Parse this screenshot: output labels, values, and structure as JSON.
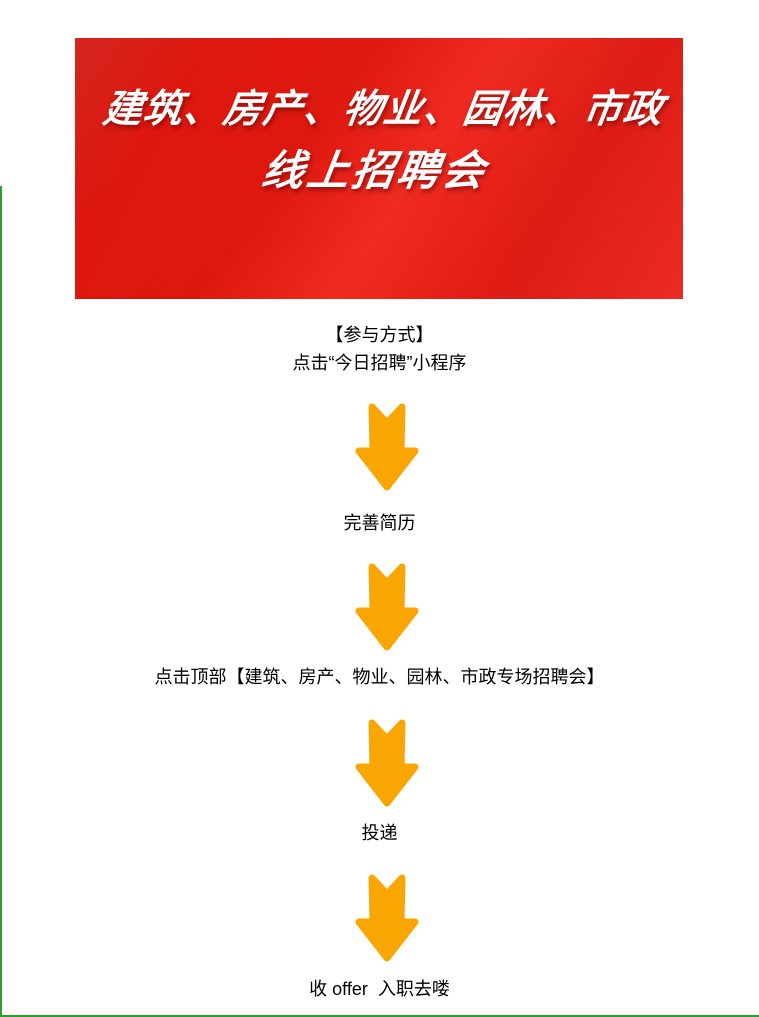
{
  "banner": {
    "line1": "建筑、房产、物业、园林、市政",
    "line2": "线上招聘会",
    "background_color": "#e7190f",
    "text_color": "#ffffff"
  },
  "flow": {
    "heading": "【参与方式】",
    "steps": [
      {
        "label": "点击“今日招聘”小程序"
      },
      {
        "label": "完善简历"
      },
      {
        "label": "点击顶部【建筑、房产、物业、园林、市政专场招聘会】"
      },
      {
        "label": "投递"
      },
      {
        "label": "收 offer  入职去喽"
      }
    ]
  },
  "icons": {
    "down_arrow": "down-arrow-icon"
  },
  "colors": {
    "arrow": "#f9a602",
    "edge_line": "#2f9e2f",
    "body_text": "#000000"
  }
}
